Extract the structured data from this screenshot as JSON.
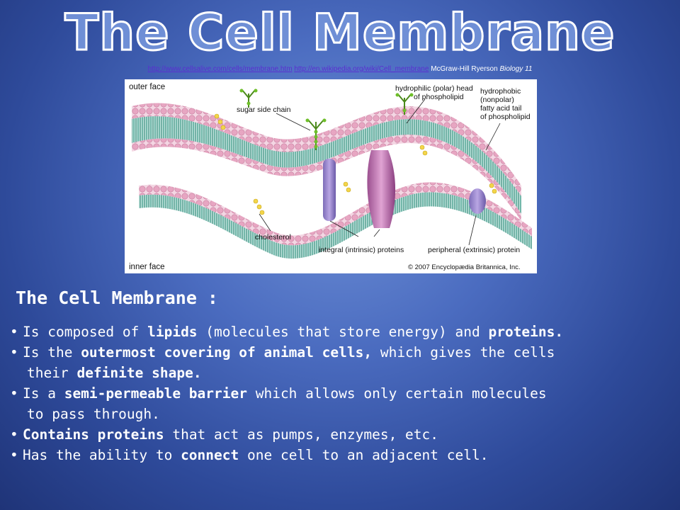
{
  "slide": {
    "title": "The Cell Membrane",
    "sources": {
      "link1": "http://www.cellsalive.com/cells/membrane.htm",
      "link2": "http://en.wikipedia.org/wiki/Cell_membrane",
      "publisher": "McGraw-Hill Ryerson",
      "book": "Biology 11"
    },
    "figure": {
      "outer_face": "outer face",
      "inner_face": "inner face",
      "sugar_side_chain": "sugar side chain",
      "head_line1": "hydrophilic (polar) head",
      "head_line2": "of phospholipid",
      "tail_line1": "hydrophobic",
      "tail_line2": "(nonpolar)",
      "tail_line3": "fatty acid tail",
      "tail_line4": "of phospholipid",
      "cholesterol": "cholesterol",
      "integral": "integral (intrinsic) proteins",
      "peripheral": "peripheral (extrinsic) protein",
      "copyright": "© 2007 Encyclopædia Britannica, Inc."
    },
    "section_heading": "The Cell Membrane :",
    "bullets": [
      {
        "a": "Is composed of ",
        "b": "lipids",
        "c": " (molecules that store energy) and ",
        "d": "proteins."
      },
      {
        "a": "Is the ",
        "b": "outermost covering of animal cells,",
        "c": " which gives the cells",
        "d": "their ",
        "e": "definite shape."
      },
      {
        "a": "Is a ",
        "b": "semi-permeable barrier",
        "c": " which allows only certain molecules",
        "d": "to pass through."
      },
      {
        "b": "Contains proteins",
        "c": " that act as pumps, enzymes, etc."
      },
      {
        "a": "Has the ability to ",
        "b": "connect",
        "c": " one cell to an adjacent cell."
      }
    ]
  }
}
